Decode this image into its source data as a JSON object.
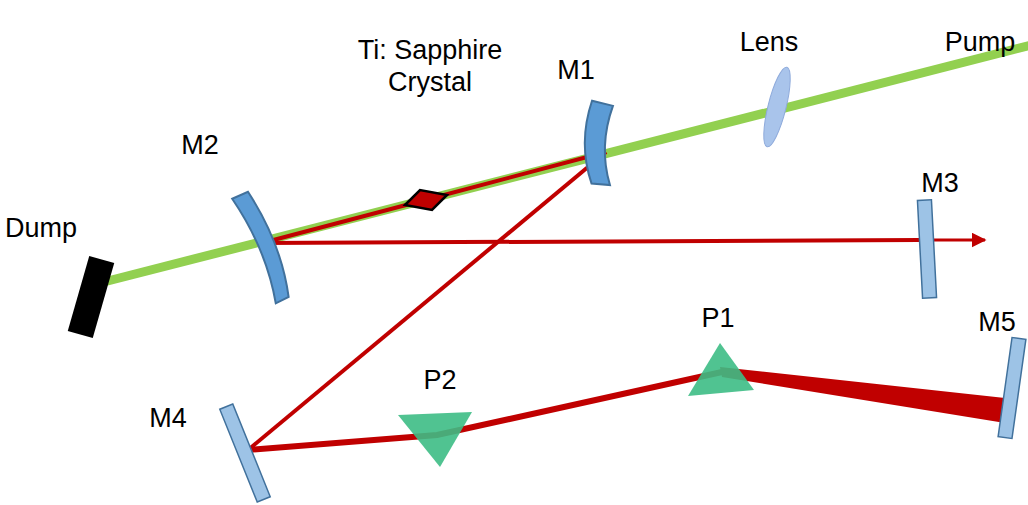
{
  "diagram": {
    "labels": [
      "Pump",
      "Lens",
      "Ti: Sapphire Crystal",
      "M1",
      "M2",
      "Dump",
      "M3",
      "P1",
      "P2",
      "M4",
      "M5"
    ]
  }
}
